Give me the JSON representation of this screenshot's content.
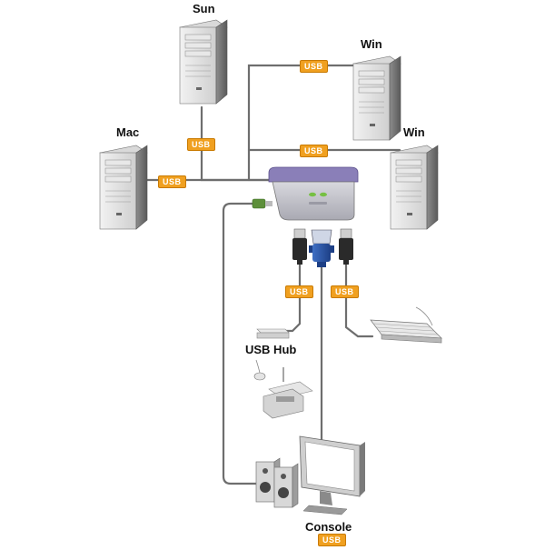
{
  "nodes": {
    "sun": "Sun",
    "win_top": "Win",
    "win_mid": "Win",
    "mac": "Mac",
    "usb_hub": "USB Hub",
    "console": "Console"
  },
  "badge_text": "USB",
  "colors": {
    "badge_fill": "#f0a020",
    "cable": "#6e6e6e",
    "kvm_body": "#c8c8d0",
    "kvm_top": "#8a7fb8"
  }
}
